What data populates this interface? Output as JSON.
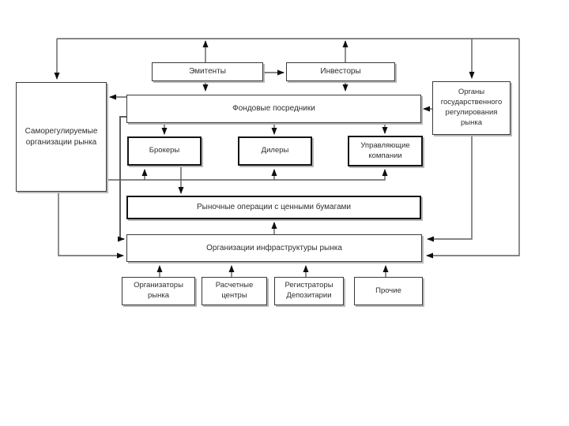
{
  "diagram": {
    "description": "Structure of securities market participants flowchart",
    "colors": {
      "background": "#ffffff",
      "box_fill": "#ffffff",
      "box_border": "#3a3a3a",
      "box_border_bold": "#141414",
      "line": "#5f5f5f",
      "arrowhead": "#0f0f0f",
      "text": "#2e2e2e",
      "shadow": "#b8b8b8"
    },
    "nodes": {
      "emitenty": "Эмитенты",
      "investory": "Инвесторы",
      "fondovye": "Фондовые посредники",
      "brokery": "Брокеры",
      "dilery": "Дилеры",
      "upravlyayushchie": "Управляющие\nкомпании",
      "rynochnye": "Рыночные операции с ценными бумагами",
      "infrastruktura": "Организации инфраструктуры рынка",
      "organizatory": "Организаторы\nрынка",
      "raschetnye": "Расчетные\nцентры",
      "registratory": "Регистраторы\nДепозитарии",
      "prochie": "Прочие",
      "samoreguliruemye": "Саморегулируемые\nорганизации рынка",
      "organy": "Органы\nгосударственного\nрегулирования\nрынка"
    }
  }
}
